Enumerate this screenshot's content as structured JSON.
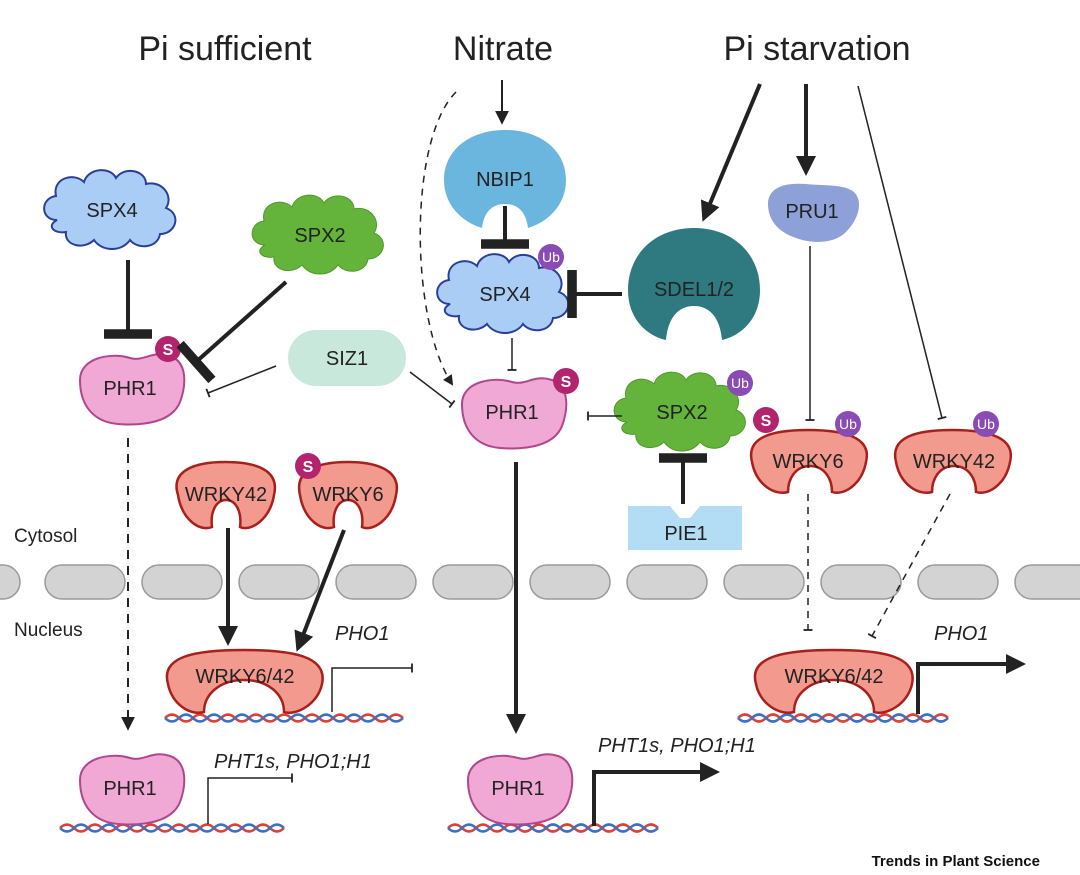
{
  "headers": {
    "pi_sufficient": "Pi sufficient",
    "nitrate": "Nitrate",
    "pi_starvation": "Pi starvation"
  },
  "compartments": {
    "cytosol": "Cytosol",
    "nucleus": "Nucleus"
  },
  "proteins": {
    "spx4": "SPX4",
    "spx2": "SPX2",
    "phr1": "PHR1",
    "siz1": "SIZ1",
    "nbip1": "NBIP1",
    "sdel": "SDEL1/2",
    "pru1": "PRU1",
    "pie1": "PIE1",
    "wrky42": "WRKY42",
    "wrky6": "WRKY6",
    "wrky6_42": "WRKY6/42"
  },
  "genes": {
    "pho1": "PHO1",
    "pht_pho1h1": "PHT1s, PHO1;H1"
  },
  "modifications": {
    "sumo": "S",
    "ubiquitin": "Ub"
  },
  "colors": {
    "phr1_fill": "#f0a8d4",
    "phr1_stroke": "#b0468c",
    "spx4_fill": "#a9cdf5",
    "spx4_stroke": "#2a3f9a",
    "spx2_fill": "#64b33a",
    "siz1_fill": "#c8e8dc",
    "nbip1_fill": "#6bb6de",
    "sdel_fill": "#2e7a80",
    "pru1_fill": "#8ea0d8",
    "pie1_fill": "#b3dcf5",
    "wrky_fill": "#f29a8e",
    "wrky_stroke": "#a8201c",
    "sumo_badge": "#b3246e",
    "ub_badge": "#8a4bb5",
    "membrane": "#d3d3d3",
    "dna_red": "#d9423a",
    "dna_blue": "#3d6fc4"
  },
  "credit": "Trends in Plant Science"
}
